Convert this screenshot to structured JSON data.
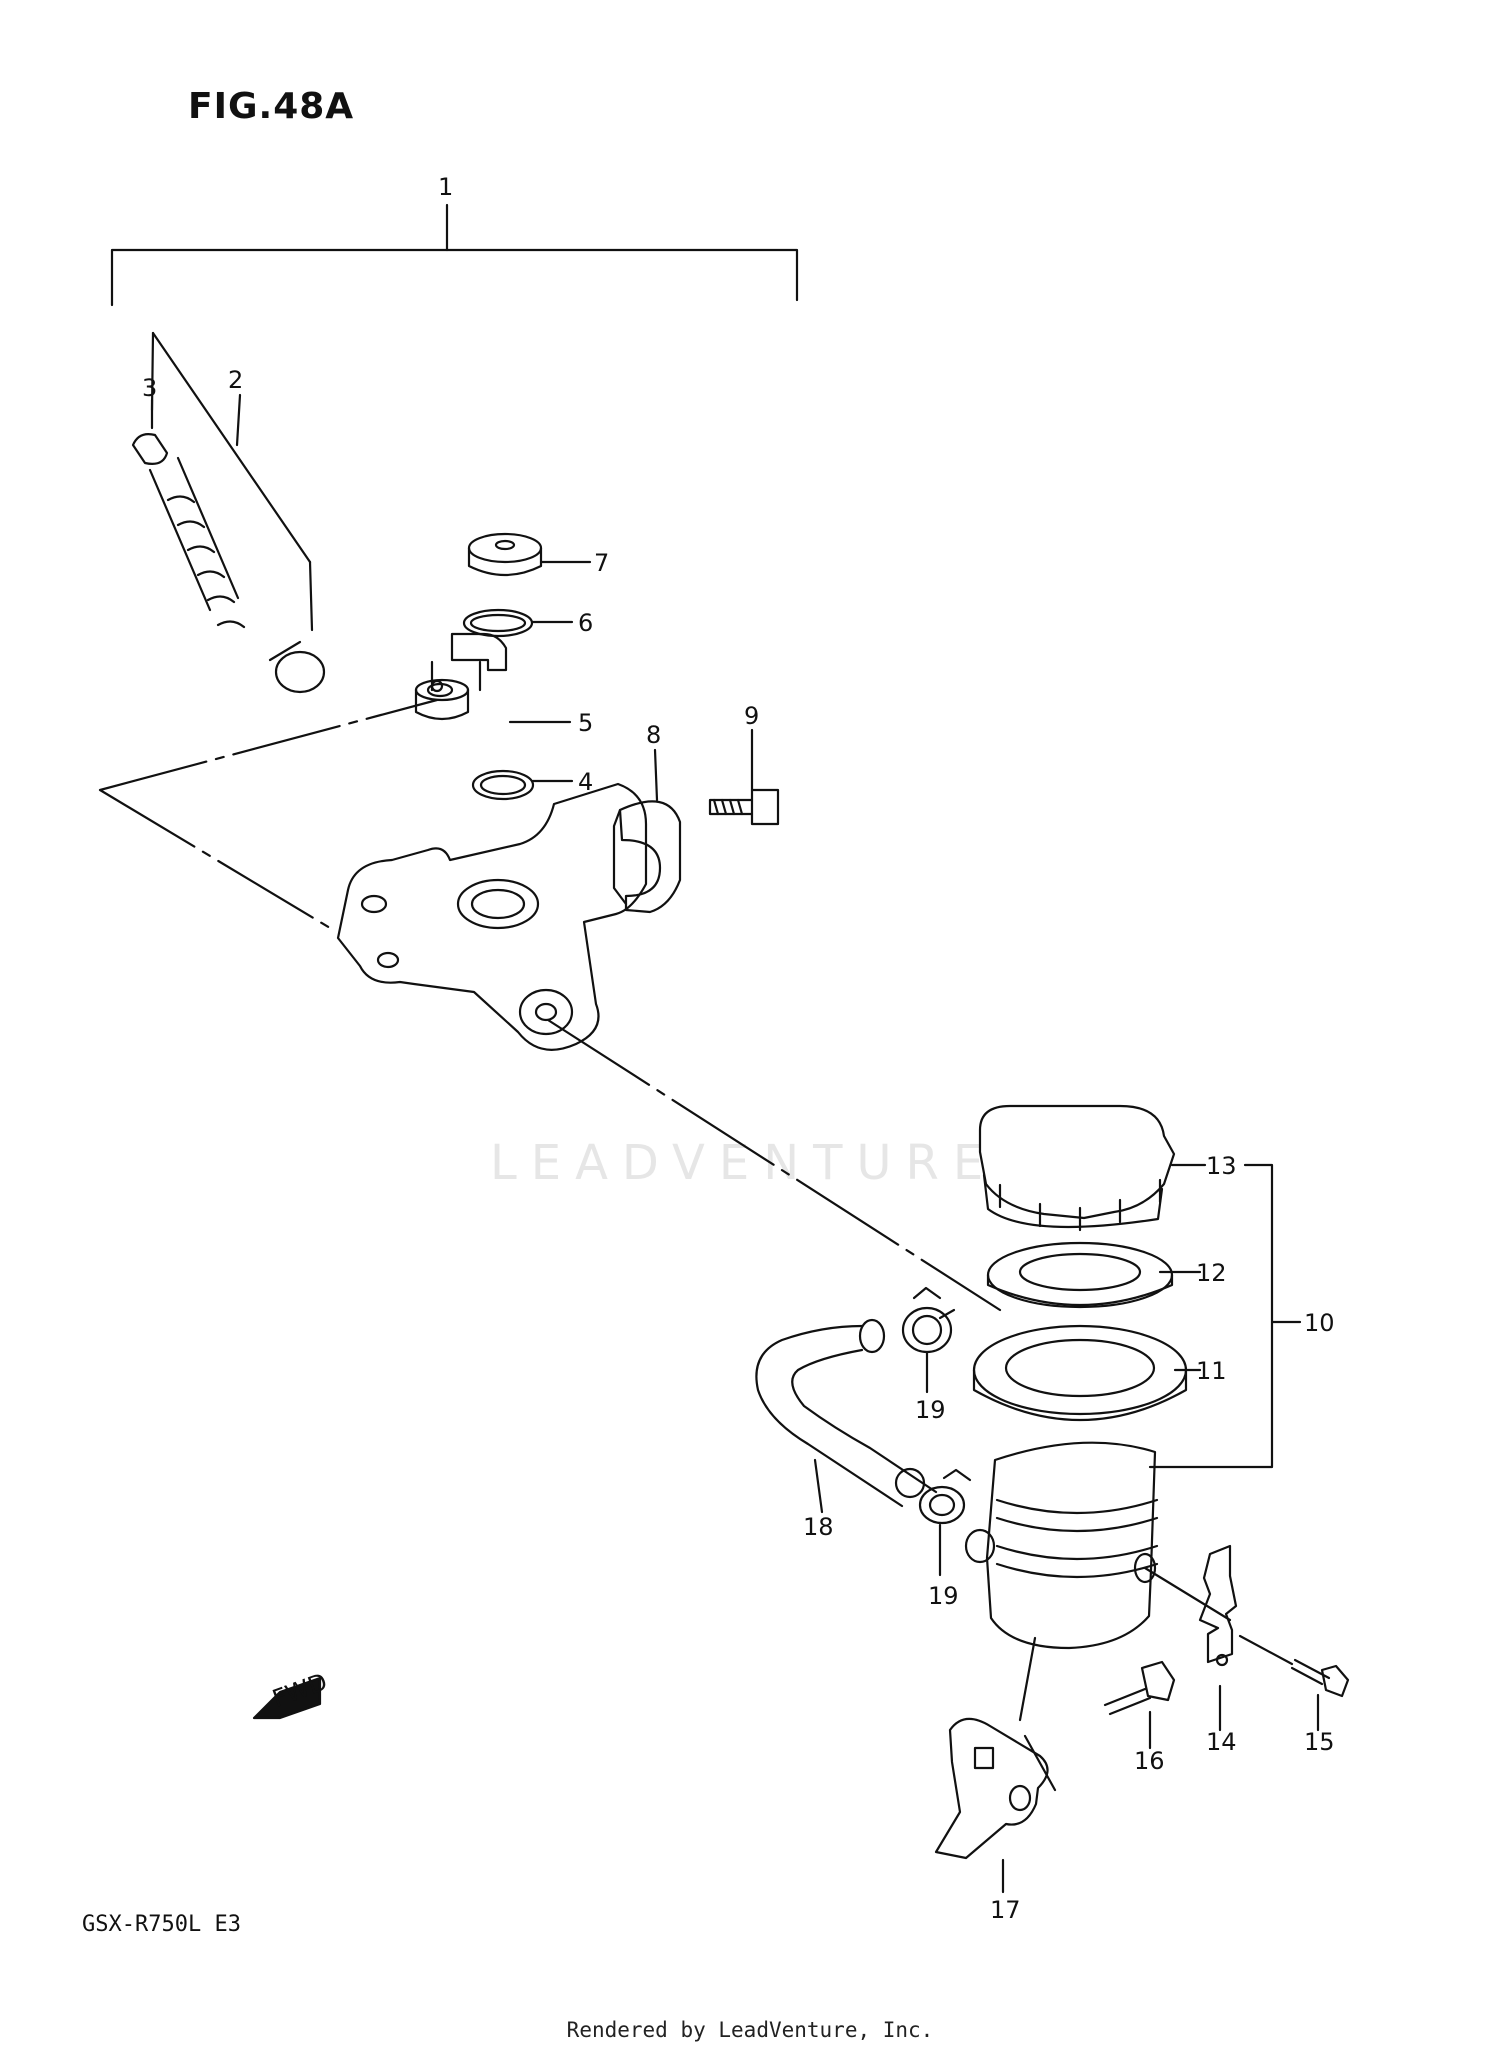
{
  "figure": {
    "title": "FIG.48A",
    "model_code": "GSX-R750L E3",
    "footer": "Rendered by LeadVenture, Inc.",
    "watermark": "LEADVENTURE"
  },
  "callouts": [
    {
      "id": "c1",
      "label": "1"
    },
    {
      "id": "c2",
      "label": "2"
    },
    {
      "id": "c3",
      "label": "3"
    },
    {
      "id": "c4",
      "label": "4"
    },
    {
      "id": "c5",
      "label": "5"
    },
    {
      "id": "c6",
      "label": "6"
    },
    {
      "id": "c7",
      "label": "7"
    },
    {
      "id": "c8",
      "label": "8"
    },
    {
      "id": "c9",
      "label": "9"
    },
    {
      "id": "c10",
      "label": "10"
    },
    {
      "id": "c11",
      "label": "11"
    },
    {
      "id": "c12",
      "label": "12"
    },
    {
      "id": "c13",
      "label": "13"
    },
    {
      "id": "c14",
      "label": "14"
    },
    {
      "id": "c15",
      "label": "15"
    },
    {
      "id": "c16",
      "label": "16"
    },
    {
      "id": "c17",
      "label": "17"
    },
    {
      "id": "c18",
      "label": "18"
    },
    {
      "id": "c19a",
      "label": "19"
    },
    {
      "id": "c19b",
      "label": "19"
    }
  ],
  "fwd_label": "FWD"
}
